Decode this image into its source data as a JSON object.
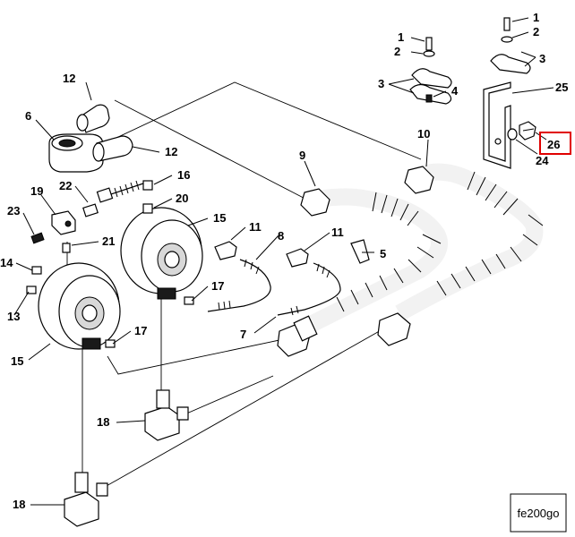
{
  "figure": {
    "reference_code": "fe200go",
    "highlighted_callout": "26"
  },
  "callouts": [
    {
      "id": "c1a",
      "label": "1"
    },
    {
      "id": "c1b",
      "label": "1"
    },
    {
      "id": "c2a",
      "label": "2"
    },
    {
      "id": "c2b",
      "label": "2"
    },
    {
      "id": "c3a",
      "label": "3"
    },
    {
      "id": "c3b",
      "label": "3"
    },
    {
      "id": "c4",
      "label": "4"
    },
    {
      "id": "c5",
      "label": "5"
    },
    {
      "id": "c6",
      "label": "6"
    },
    {
      "id": "c7",
      "label": "7"
    },
    {
      "id": "c8",
      "label": "8"
    },
    {
      "id": "c9",
      "label": "9"
    },
    {
      "id": "c10",
      "label": "10"
    },
    {
      "id": "c11a",
      "label": "11"
    },
    {
      "id": "c11b",
      "label": "11"
    },
    {
      "id": "c12a",
      "label": "12"
    },
    {
      "id": "c12b",
      "label": "12"
    },
    {
      "id": "c13",
      "label": "13"
    },
    {
      "id": "c14",
      "label": "14"
    },
    {
      "id": "c15a",
      "label": "15"
    },
    {
      "id": "c15b",
      "label": "15"
    },
    {
      "id": "c16",
      "label": "16"
    },
    {
      "id": "c17a",
      "label": "17"
    },
    {
      "id": "c17b",
      "label": "17"
    },
    {
      "id": "c18a",
      "label": "18"
    },
    {
      "id": "c18b",
      "label": "18"
    },
    {
      "id": "c19",
      "label": "19"
    },
    {
      "id": "c20",
      "label": "20"
    },
    {
      "id": "c21",
      "label": "21"
    },
    {
      "id": "c22",
      "label": "22"
    },
    {
      "id": "c23",
      "label": "23"
    },
    {
      "id": "c24",
      "label": "24"
    },
    {
      "id": "c25",
      "label": "25"
    },
    {
      "id": "c26",
      "label": "26"
    }
  ]
}
